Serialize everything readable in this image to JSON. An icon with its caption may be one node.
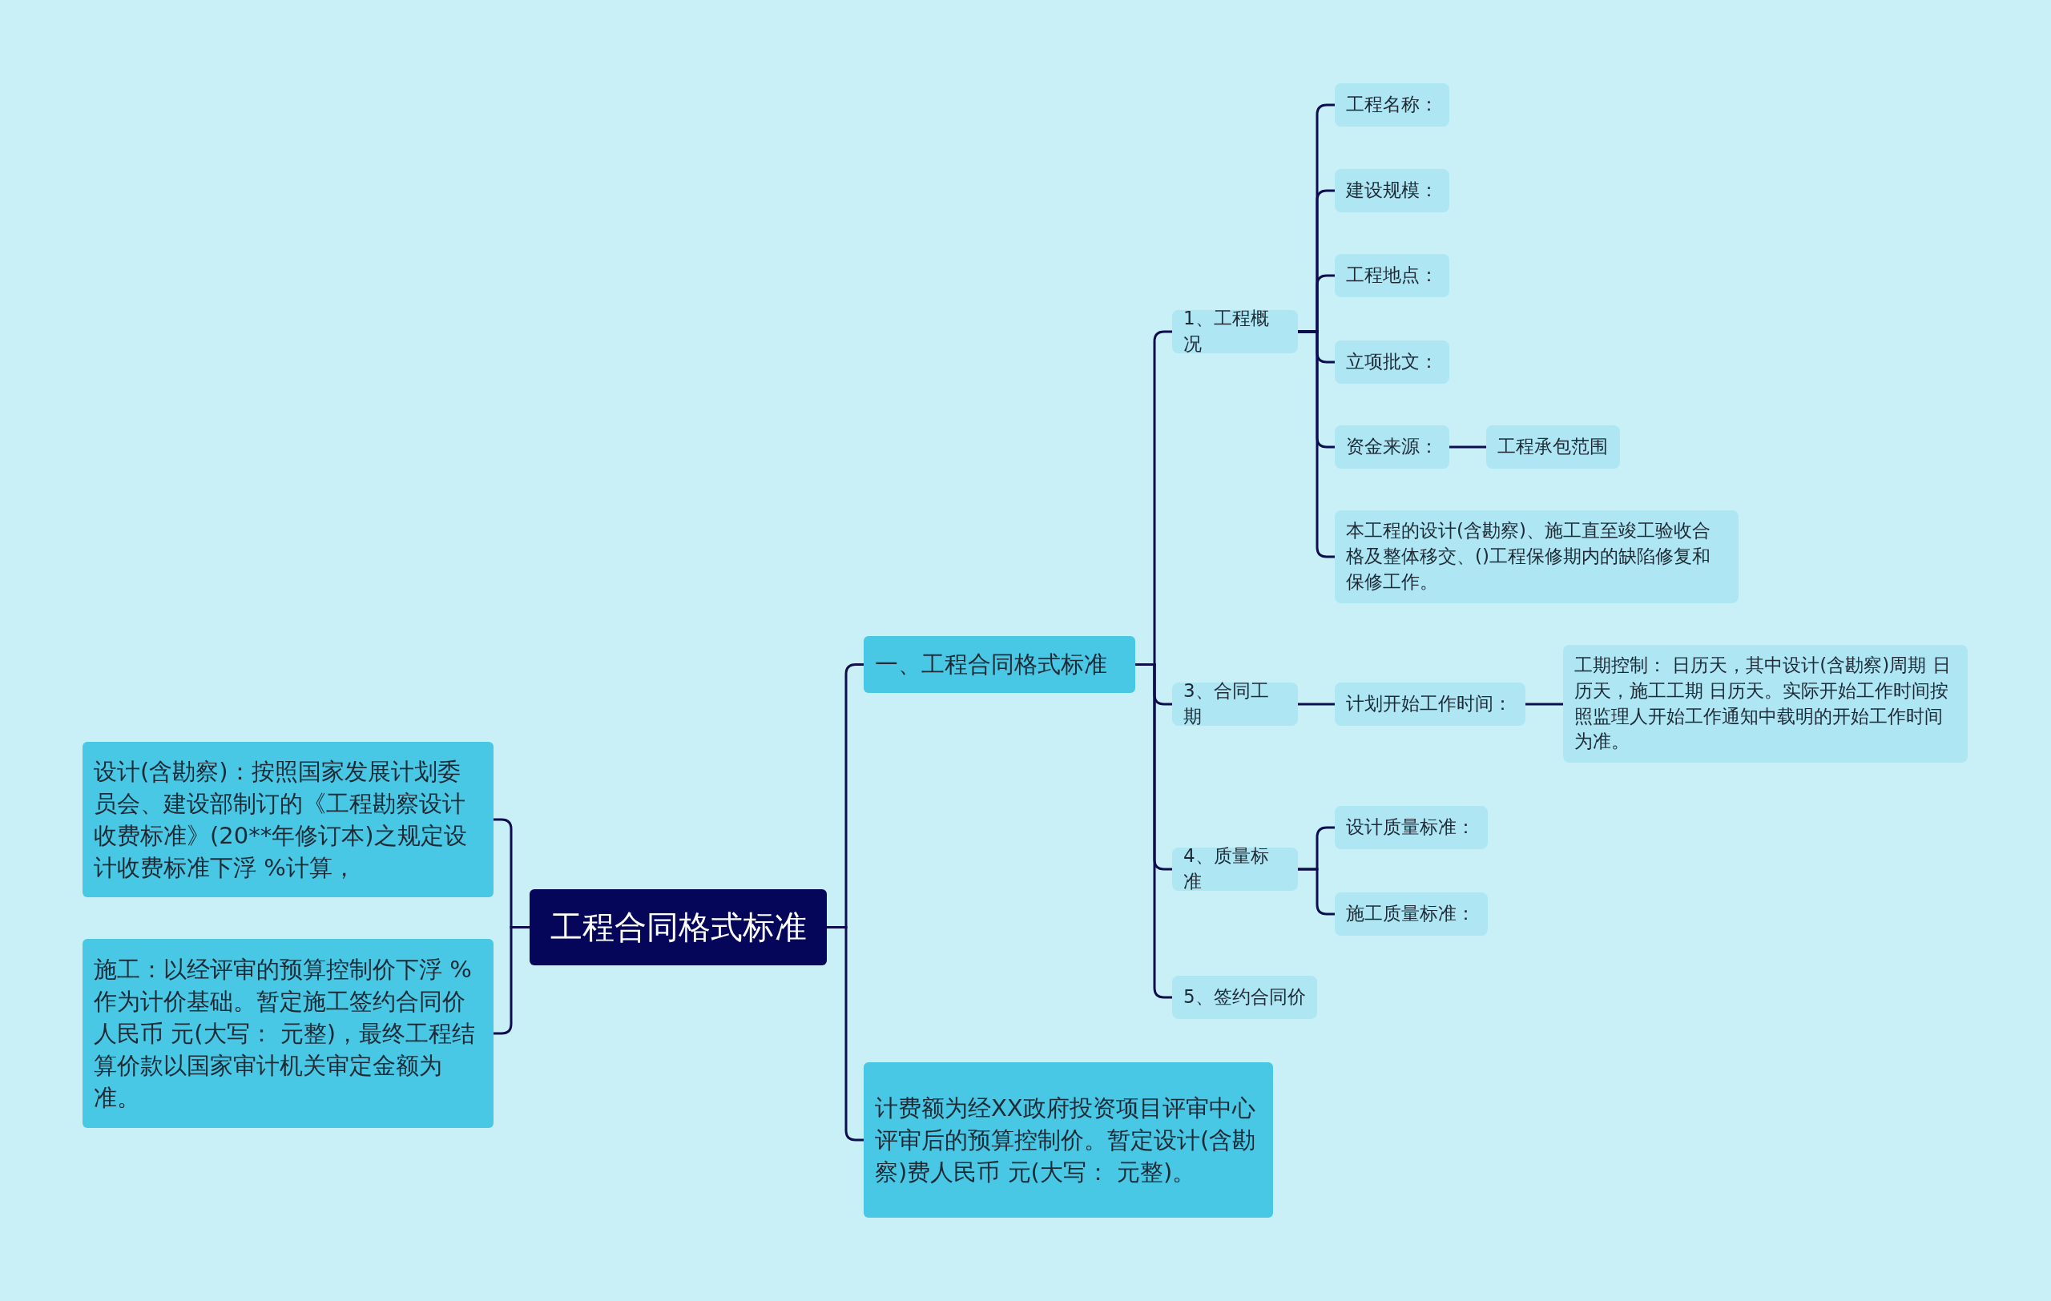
{
  "diagram": {
    "nodes": [
      {
        "text": [
          "工程合同格式标准"
        ]
      },
      {
        "text": [
          "设计(含勘察)：按照国家发展计划委员会、建设部制订的《工程勘察设计收费标准》(20**年修订本)之规定设计收费标准下浮 %计算，"
        ]
      },
      {
        "text": [
          "施工：以经评审的预算控制价下浮 %作为计价基础。暂定施工签约合同价人民币 元(大写： 元整)，最终工程结算价款以国家审计机关审定金额为准。"
        ]
      },
      {
        "text": [
          "一、工程合同格式标准"
        ]
      },
      {
        "text": [
          "计费额为经XX政府投资项目评审中心评审后的预算控制价。暂定设计(含勘察)费人民币 元(大写： 元整)。"
        ]
      },
      {
        "text": [
          "1、工程概况"
        ]
      },
      {
        "text": [
          "工程名称："
        ]
      },
      {
        "text": [
          "建设规模："
        ]
      },
      {
        "text": [
          "工程地点："
        ]
      },
      {
        "text": [
          "立项批文："
        ]
      },
      {
        "text": [
          "资金来源："
        ]
      },
      {
        "text": [
          "工程承包范围"
        ]
      },
      {
        "text": [
          "本工程的设计(含勘察)、施工直至竣工验收合格及整体移交、()工程保修期内的缺陷修复和保修工作。"
        ]
      },
      {
        "text": [
          "3、合同工期"
        ]
      },
      {
        "text": [
          "计划开始工作时间："
        ]
      },
      {
        "text": [
          "工期控制： 日历天，其中设计(含勘察)周期 日历天，施工工期 日历天。实际开始工作时间按照监理人开始工作通知中载明的开始工作时间为准。"
        ]
      },
      {
        "text": [
          "4、质量标准"
        ]
      },
      {
        "text": [
          "设计质量标准："
        ]
      },
      {
        "text": [
          "施工质量标准："
        ]
      },
      {
        "text": [
          "5、签约合同价"
        ]
      }
    ],
    "edges": [
      {
        "from": 0,
        "to": 1,
        "arrow": "none"
      },
      {
        "from": 0,
        "to": 2,
        "arrow": "none"
      },
      {
        "from": 0,
        "to": 3,
        "arrow": "none"
      },
      {
        "from": 0,
        "to": 4,
        "arrow": "none"
      },
      {
        "from": 3,
        "to": 5,
        "arrow": "none"
      },
      {
        "from": 3,
        "to": 13,
        "arrow": "none"
      },
      {
        "from": 3,
        "to": 16,
        "arrow": "none"
      },
      {
        "from": 3,
        "to": 19,
        "arrow": "none"
      },
      {
        "from": 5,
        "to": 6,
        "arrow": "none"
      },
      {
        "from": 5,
        "to": 7,
        "arrow": "none"
      },
      {
        "from": 5,
        "to": 8,
        "arrow": "none"
      },
      {
        "from": 5,
        "to": 9,
        "arrow": "none"
      },
      {
        "from": 5,
        "to": 10,
        "arrow": "none"
      },
      {
        "from": 5,
        "to": 12,
        "arrow": "none"
      },
      {
        "from": 10,
        "to": 11,
        "arrow": "none"
      },
      {
        "from": 13,
        "to": 14,
        "arrow": "none"
      },
      {
        "from": 14,
        "to": 15,
        "arrow": "none"
      },
      {
        "from": 16,
        "to": 17,
        "arrow": "none"
      },
      {
        "from": 16,
        "to": 18,
        "arrow": "none"
      }
    ]
  }
}
